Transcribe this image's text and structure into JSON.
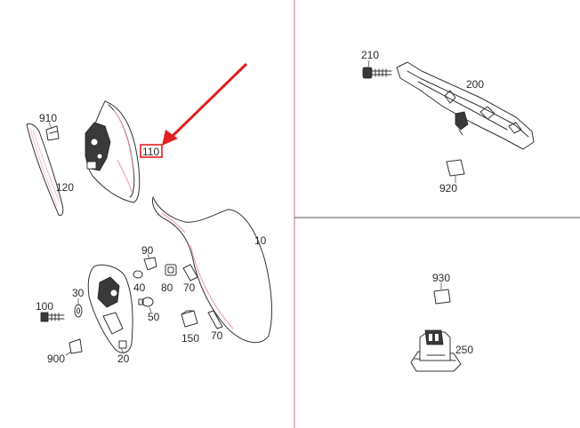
{
  "colors": {
    "divider": "#d98f98",
    "highlight": "#e02020",
    "outline": "#333333"
  },
  "labels": {
    "p910": "910",
    "p120": "120",
    "p110": "110",
    "p10": "10",
    "p90": "90",
    "p40": "40",
    "p80": "80",
    "p70a": "70",
    "p30": "30",
    "p100": "100",
    "p50": "50",
    "p150": "150",
    "p70b": "70",
    "p900": "900",
    "p20": "20",
    "p210": "210",
    "p200": "200",
    "p920": "920",
    "p930": "930",
    "p250": "250"
  },
  "highlighted_part": "110"
}
